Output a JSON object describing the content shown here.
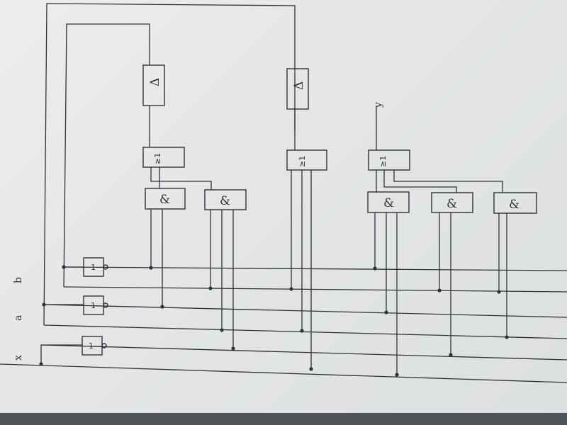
{
  "inputs": {
    "b": "b",
    "a": "a",
    "x": "x"
  },
  "output": {
    "y": "y"
  },
  "gates": {
    "not": "1",
    "and": "&",
    "or": "≥1",
    "delay": "Δ"
  }
}
